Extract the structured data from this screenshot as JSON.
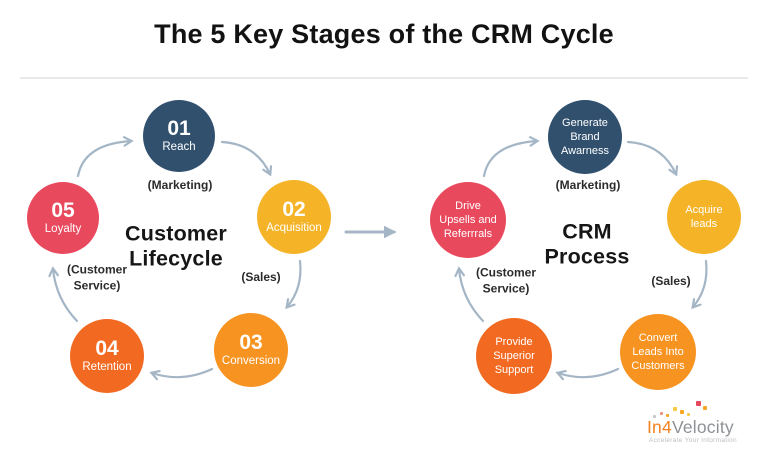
{
  "title": "The 5 Key Stages of the CRM Cycle",
  "colors": {
    "stage_dark_blue": "#30506E",
    "stage_red": "#E9495D",
    "stage_yellow": "#F5B327",
    "stage_orange": "#F79321",
    "stage_dark_orange": "#F26A21",
    "arrow_gray_blue": "#A4B6C6",
    "title_text": "#121212",
    "logo_orange": "#F58220",
    "logo_gray": "#8E9297"
  },
  "left_cycle": {
    "center_label": "Customer\nLifecycle",
    "stages": [
      {
        "number": "01",
        "label": "Reach",
        "color": "#30506E"
      },
      {
        "number": "02",
        "label": "Acquisition",
        "color": "#F5B327"
      },
      {
        "number": "03",
        "label": "Conversion",
        "color": "#F79321"
      },
      {
        "number": "04",
        "label": "Retention",
        "color": "#F26A21"
      },
      {
        "number": "05",
        "label": "Loyalty",
        "color": "#E9495D"
      }
    ],
    "departments": {
      "marketing": "(Marketing)",
      "sales": "(Sales)",
      "customer_service": "(Customer\nService)"
    }
  },
  "right_cycle": {
    "center_label": "CRM\nProcess",
    "stages": [
      {
        "label": "Generate\nBrand\nAwarness",
        "color": "#30506E"
      },
      {
        "label": "Acquire\nleads",
        "color": "#F5B327"
      },
      {
        "label": "Convert\nLeads Into\nCustomers",
        "color": "#F79321"
      },
      {
        "label": "Provide\nSuperior\nSupport",
        "color": "#F26A21"
      },
      {
        "label": "Drive\nUpsells and\nReferrrals",
        "color": "#E9495D"
      }
    ],
    "departments": {
      "marketing": "(Marketing)",
      "sales": "(Sales)",
      "customer_service": "(Customer\nService)"
    }
  },
  "logo": {
    "name_prefix": "In4",
    "name_suffix": "Velocity",
    "tagline": "Accelerate Your Information"
  }
}
